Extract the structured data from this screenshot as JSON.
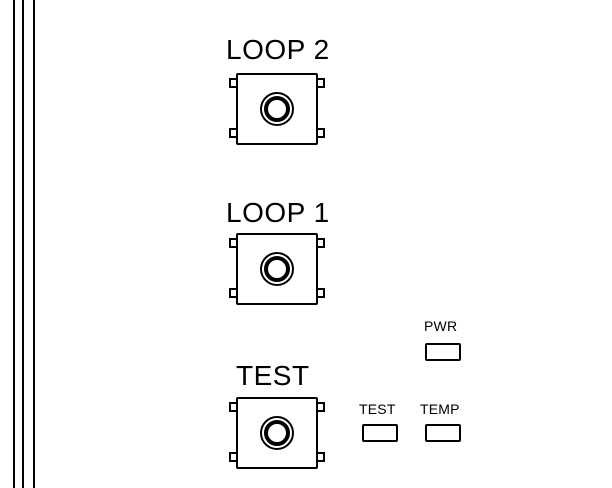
{
  "switches": {
    "loop2": {
      "label": "LOOP 2"
    },
    "loop1": {
      "label": "LOOP 1"
    },
    "test": {
      "label": "TEST"
    }
  },
  "indicators": {
    "pwr": {
      "label": "PWR"
    },
    "test": {
      "label": "TEST"
    },
    "temp": {
      "label": "TEMP"
    }
  },
  "colors": {
    "line": "#000000",
    "background": "#ffffff"
  }
}
